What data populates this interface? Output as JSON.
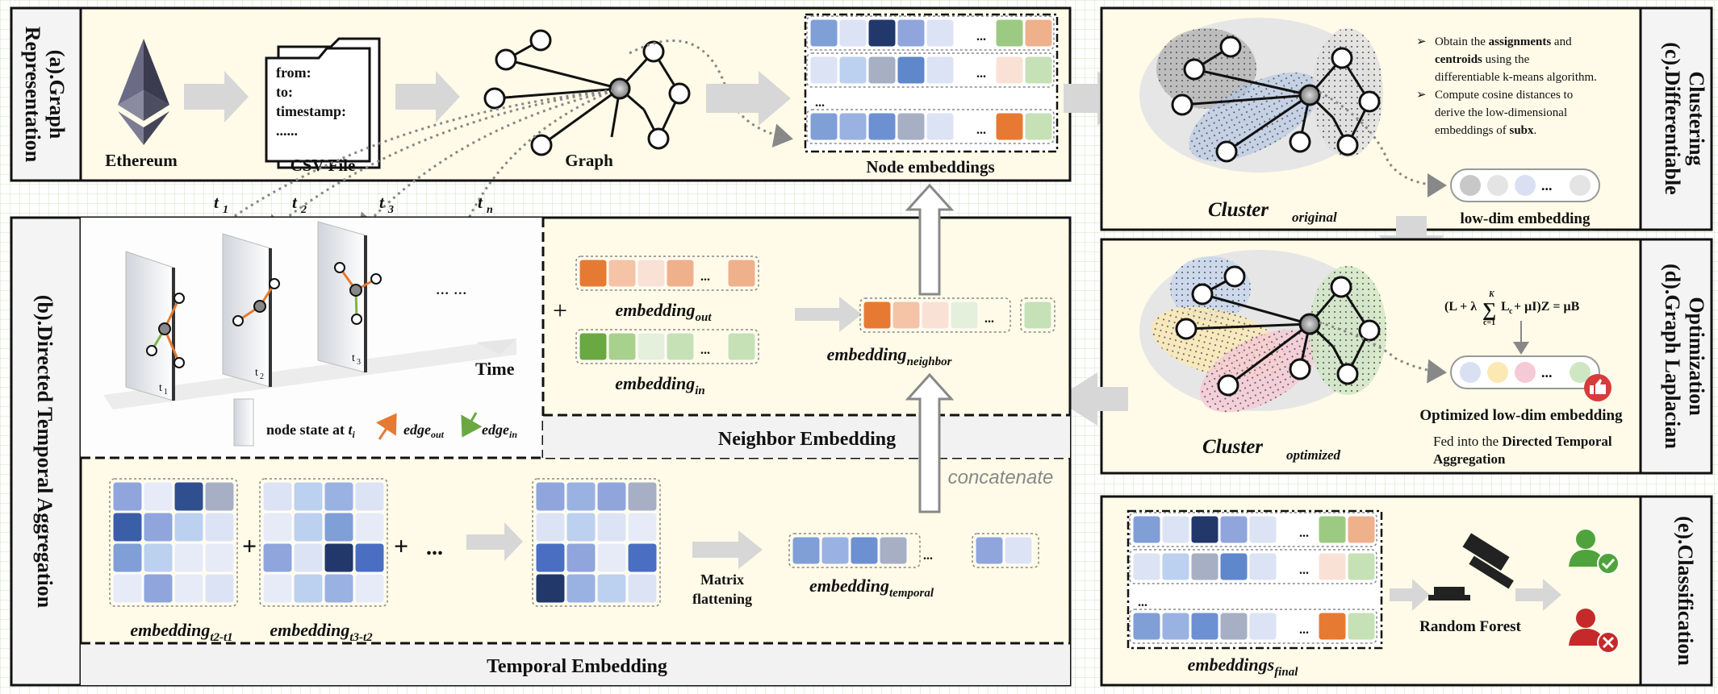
{
  "panels": {
    "a_title": "(a).Graph Representation",
    "a_line1": "(a).Graph",
    "a_line2": "Representation",
    "b_title": "(b).Directed Temporal Aggregation",
    "c_line1": "(c).Differentiable",
    "c_line2": "Clustering",
    "d_line1": "(d).Graph Laplacian",
    "d_line2": "Optimization",
    "e_title": "(e).Classification"
  },
  "graph_rep": {
    "ethereum": "Ethereum",
    "csv_file": "CSV File",
    "csv_fields": [
      "from:",
      "to:",
      "timestamp:",
      "......"
    ],
    "graph": "Graph",
    "node_embeddings": "Node embeddings",
    "dots": "...",
    "t_labels": [
      "t",
      "t",
      "t",
      "t"
    ],
    "t_subs": [
      "1",
      "2",
      "3",
      "n"
    ]
  },
  "clustering": {
    "bullet1_a": "Obtain the ",
    "bullet1_b": "assignments",
    "bullet1_c": " and",
    "bullet1_d": "centroids",
    "bullet1_e": " using the",
    "bullet1_f": "differentiable k-means algorithm.",
    "bullet2_a": "Compute cosine distances to",
    "bullet2_b": "derive the low-dimensional",
    "bullet2_c": "embeddings of ",
    "bullet2_d": "subx",
    "bullet2_e": ".",
    "cluster_label": "Cluster",
    "cluster_sub": "original",
    "low_dim": "low-dim embedding",
    "dots": "..."
  },
  "laplacian": {
    "formula": "(L + λ∑ L_c + μI)Z = μB",
    "formula_main": "(L + λ",
    "formula_rest": "L",
    "formula_c": "c",
    "formula_tail": " + μI)Z = μB",
    "sum_top": "K",
    "sum_bottom": "c=1",
    "optimized": "Optimized low-dim embedding",
    "cluster_label": "Cluster",
    "cluster_sub": "optimized",
    "fed_a": "Fed into the ",
    "fed_b": "Directed Temporal",
    "fed_c": "Aggregation",
    "dots": "..."
  },
  "temporal": {
    "dots_frames": "... ...",
    "time": "Time",
    "frame_labels": [
      "t",
      "t",
      "t"
    ],
    "frame_subs": [
      "1",
      "2",
      "3"
    ],
    "node_state": "node state at ",
    "node_state_t": "t",
    "node_state_i": "i",
    "edge_out": "edge",
    "edge_out_sub": "out",
    "edge_in": "edge",
    "edge_in_sub": "in",
    "plus": "+",
    "emb_out": "embedding",
    "emb_out_sub": "out",
    "emb_in": "embedding",
    "emb_in_sub": "in",
    "emb_neighbor": "embedding",
    "emb_neighbor_sub": "neighbor",
    "neighbor_title": "Neighbor Embedding",
    "concatenate": "concatenate",
    "emb_t2t1": "embedding",
    "emb_t2t1_sub": "t2-t1",
    "emb_t3t2": "embedding",
    "emb_t3t2_sub": "t3-t2",
    "plus_dots": "...",
    "matrix_flat_1": "Matrix",
    "matrix_flat_2": "flattening",
    "emb_temporal": "embedding",
    "emb_temporal_sub": "temporal",
    "temporal_title": "Temporal Embedding",
    "dots": "..."
  },
  "classification": {
    "random_forest": "Random Forest",
    "emb_final": "embeddings",
    "emb_final_sub": "final",
    "dots": "..."
  },
  "colors": {
    "orange": "#e77a33",
    "green": "#7ab648",
    "blue_dark": "#22386b",
    "blue_mid": "#7f9fd6",
    "grey_arrow": "#d7d7d7",
    "panel_bg": "#fffbe8"
  }
}
